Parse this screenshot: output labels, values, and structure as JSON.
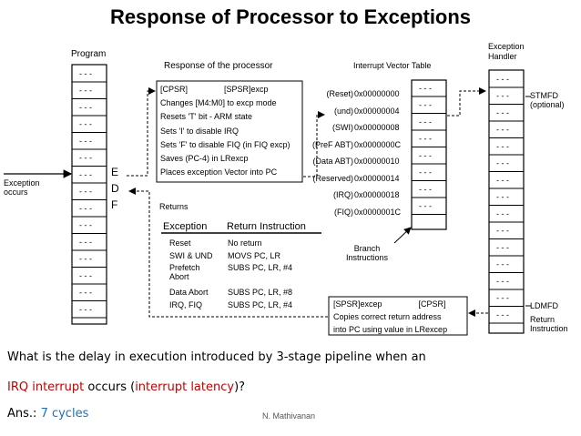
{
  "title": "Response of Processor to Exceptions",
  "program_label": "Program",
  "response_label": "Response of the processor",
  "ivt_label": "Interrupt Vector Table",
  "handler_label": "Exception\nHandler",
  "stack_cell": "- - -",
  "exception_occurs": "Exception\noccurs",
  "edf": [
    "E",
    "D",
    "F"
  ],
  "response_lines": [
    "[CPSR]                [SPSR]excp",
    "Changes [M4:M0] to excp mode",
    "Resets 'T' bit - ARM state",
    "Sets 'I' to disable IRQ",
    "Sets 'F' to disable FIQ (in FIQ excp)",
    "Saves (PC-4) in LRexcp",
    "Places exception Vector into PC"
  ],
  "returns_label": "Returns",
  "table": {
    "headers": [
      "Exception",
      "Return Instruction"
    ],
    "rows": [
      [
        "Reset",
        "No return"
      ],
      [
        "SWI & UND",
        "MOVS PC, LR"
      ],
      [
        "Prefetch\nAbort",
        "SUBS PC, LR, #4"
      ],
      [
        "Data Abort",
        "SUBS PC, LR, #8"
      ],
      [
        "IRQ, FIQ",
        "SUBS PC, LR, #4"
      ]
    ]
  },
  "vectors": [
    {
      "name": "(Reset)",
      "addr": "0x00000000"
    },
    {
      "name": "(und)",
      "addr": "0x00000004"
    },
    {
      "name": "(SWI)",
      "addr": "0x00000008"
    },
    {
      "name": "(PreF ABT)",
      "addr": "0x0000000C"
    },
    {
      "name": "(Data ABT)",
      "addr": "0x00000010"
    },
    {
      "name": "(Reserved)",
      "addr": "0x00000014"
    },
    {
      "name": "(IRQ)",
      "addr": "0x00000018"
    },
    {
      "name": "(FIQ)",
      "addr": "0x0000001C"
    }
  ],
  "branch_label": "Branch\nInstructions",
  "stmfd_label": "STMFD\n(optional)",
  "ldmfd_label": "LDMFD",
  "return_instr_label": "Return\nInstruction",
  "restore_lines": [
    "[SPSR]excep                [CPSR]",
    "Copies correct return address",
    "into PC using value in LRexcep"
  ],
  "question_parts": [
    "What is the delay in execution introduced by 3-stage pipeline when an",
    "IRQ interrupt",
    " occurs (",
    "interrupt latency",
    ")?"
  ],
  "answer_prefix": "Ans.: ",
  "answer_value": "7 cycles",
  "author": "N. Mathivanan",
  "colors": {
    "red": "#c00000",
    "blue": "#1f6fbf"
  }
}
